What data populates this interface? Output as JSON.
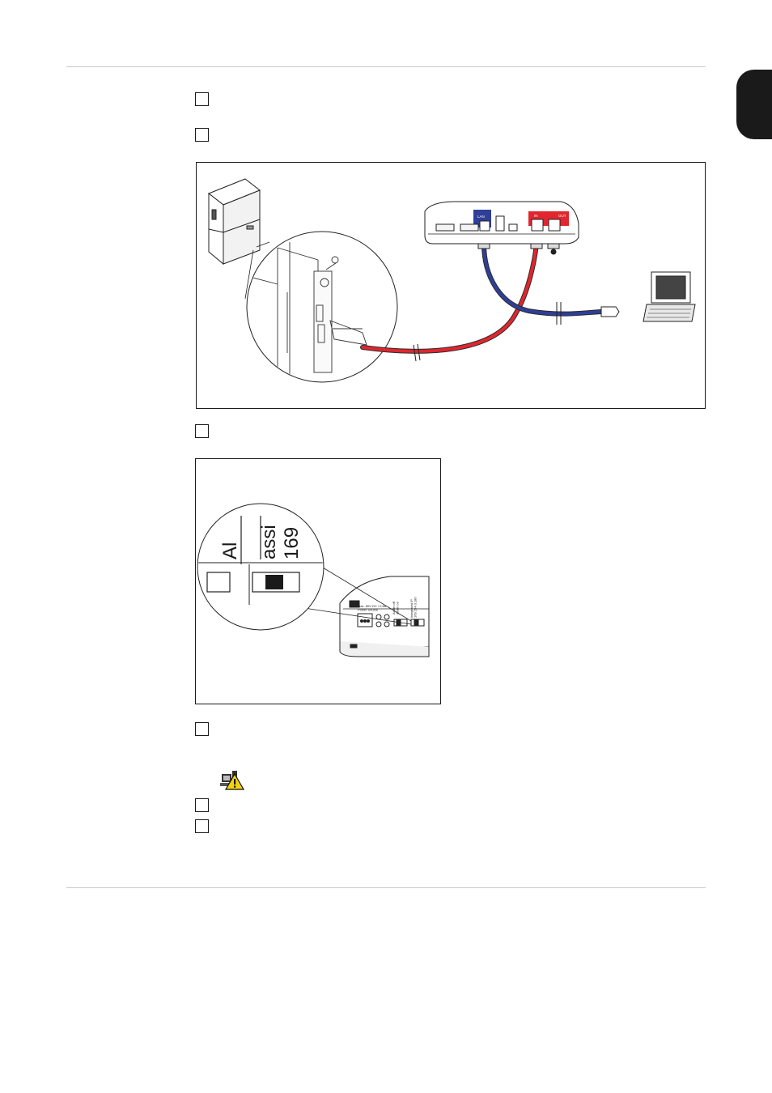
{
  "steps": [
    {
      "id": "step-1",
      "checked": false
    },
    {
      "id": "step-2",
      "checked": false
    },
    {
      "id": "step-3",
      "checked": false
    },
    {
      "id": "step-4",
      "checked": false
    },
    {
      "id": "step-5",
      "checked": false
    },
    {
      "id": "step-6",
      "checked": false
    }
  ],
  "figure1": {
    "datamanager_labels": {
      "lan": "LAN",
      "in": "IN",
      "out": "OUT"
    },
    "cable_colors": {
      "lan": "#2e3f98",
      "solar_net": "#e0262e"
    }
  },
  "figure2": {
    "zoom_text": {
      "col1": "Al",
      "col2": "assi",
      "col3": "169"
    },
    "panel_labels": {
      "power": "max. 80V DC / 0,8A\nPower Source",
      "switches": "Alarm off\nAlarm on",
      "ip": "Integrated IP\n169.254.0.180"
    }
  },
  "icons": {
    "status": "network-warning-icon"
  },
  "colors": {
    "tab": "#1a1a1a",
    "rule": "#c8c8c8",
    "border": "#1a1a1a"
  }
}
